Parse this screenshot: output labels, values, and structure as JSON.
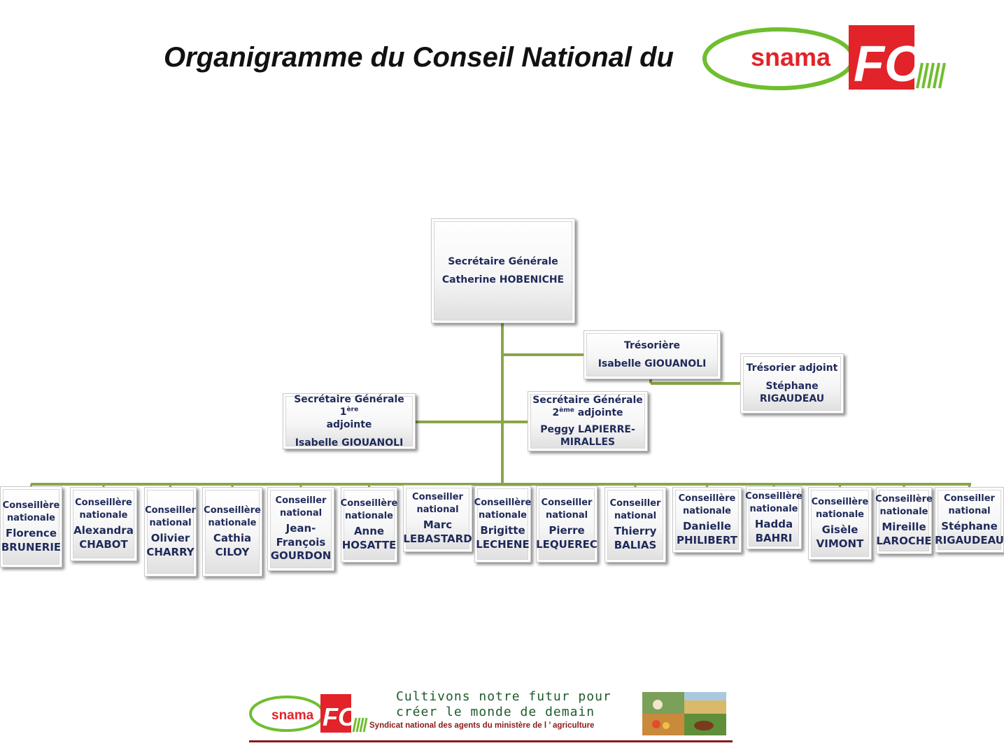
{
  "title": "Organigramme du Conseil National du",
  "logo": {
    "left_word": "snama",
    "right_word": "FO",
    "green": "#6fbe2f",
    "red": "#e2232a"
  },
  "colors": {
    "connector": "#8aa64a",
    "box_text": "#1f2a5a"
  },
  "top": {
    "role": "Secrétaire Générale",
    "name": "Catherine HOBENICHE"
  },
  "tresoriere": {
    "role": "Trésorière",
    "name": "Isabelle GIOUANOLI"
  },
  "tresorier_adjoint": {
    "role": "Trésorier adjoint",
    "name": "Stéphane RIGAUDEAU"
  },
  "sg1": {
    "role": "Secrétaire Générale 1",
    "sup": "ère",
    "role_rest": "adjointe",
    "name": "Isabelle GIOUANOLI"
  },
  "sg2": {
    "role": "Secrétaire Générale 2",
    "sup": "ème",
    "role_rest": "adjointe",
    "name": "Peggy LAPIERRE-MIRALLES"
  },
  "members": [
    {
      "role": "Conseillère nationale",
      "name": "Florence BRUNERIE"
    },
    {
      "role": "Conseillère nationale",
      "name": "Alexandra CHABOT"
    },
    {
      "role": "Conseiller national",
      "name": "Olivier CHARRY"
    },
    {
      "role": "Conseillère nationale",
      "name": "Cathia CILOY"
    },
    {
      "role": "Conseiller national",
      "name": "Jean-François GOURDON"
    },
    {
      "role": "Conseillère nationale",
      "name": "Anne HOSATTE"
    },
    {
      "role": "Conseiller national",
      "name": "Marc LEBASTARD"
    },
    {
      "role": "Conseillère nationale",
      "name": "Brigitte LECHENE"
    },
    {
      "role": "Conseiller national",
      "name": "Pierre LEQUEREC"
    },
    {
      "role": "Conseiller national",
      "name": "Thierry BALIAS"
    },
    {
      "role": "Conseillère nationale",
      "name": "Danielle PHILIBERT"
    },
    {
      "role": "Conseillère nationale",
      "name": "Hadda BAHRI"
    },
    {
      "role": "Conseillère nationale",
      "name": "Gisèle VIMONT"
    },
    {
      "role": "Conseillère nationale",
      "name": "Mireille LAROCHE"
    },
    {
      "role": "Conseiller national",
      "name": "Stéphane RIGAUDEAU"
    }
  ],
  "footer": {
    "line1": "Cultivons notre futur pour",
    "line2": "créer le monde de demain",
    "line3": "Syndicat national des agents du ministère de l ’ agriculture"
  }
}
